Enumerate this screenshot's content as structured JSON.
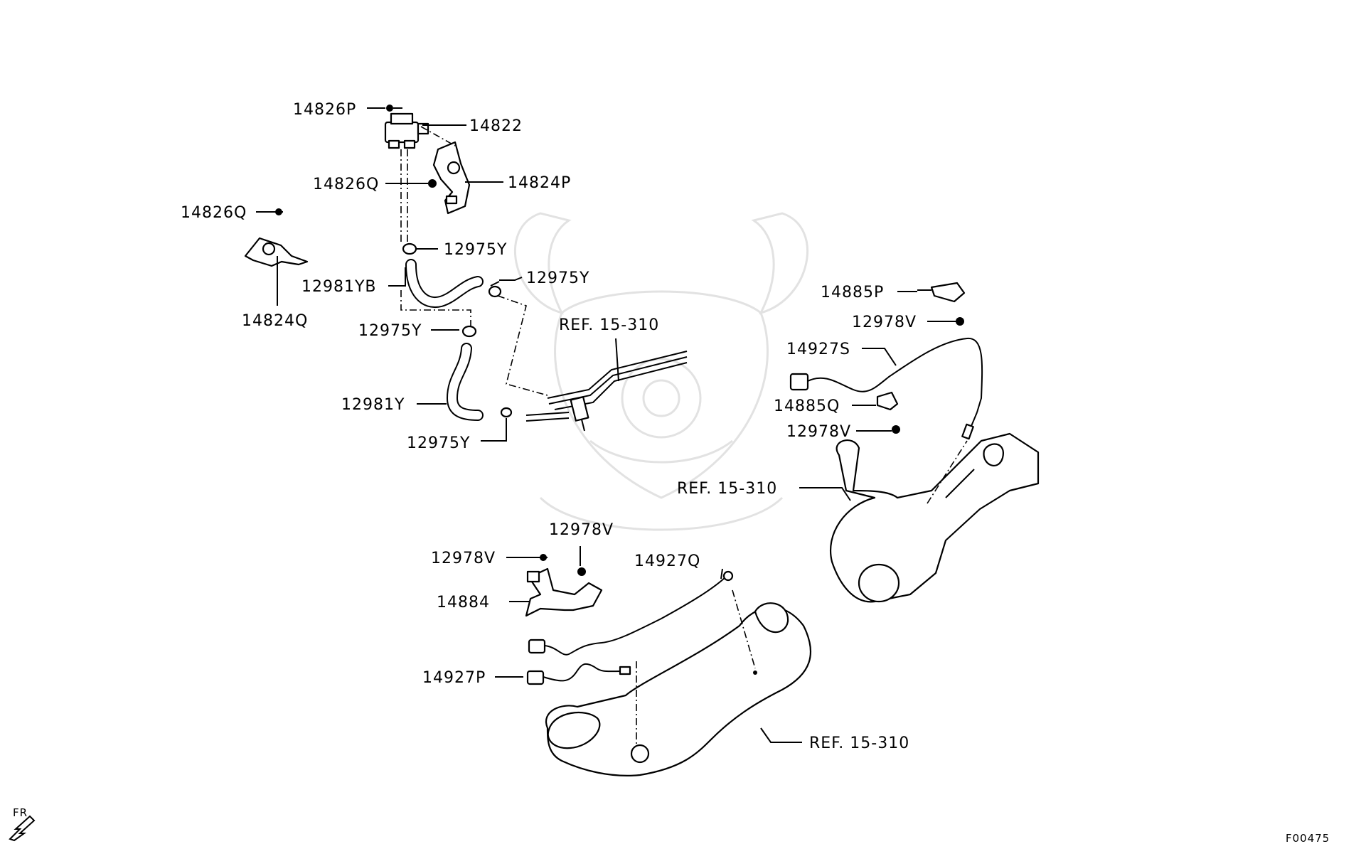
{
  "labels": {
    "p14826P": "14826P",
    "p14822": "14822",
    "p14826Q_a": "14826Q",
    "p14824P": "14824P",
    "p14826Q_b": "14826Q",
    "p12975Y_a": "12975Y",
    "p14824Q": "14824Q",
    "p12981YB": "12981YB",
    "p12975Y_b": "12975Y",
    "p12975Y_c": "12975Y",
    "ref_a": "REF. 15-310",
    "p12981Y": "12981Y",
    "p12975Y_d": "12975Y",
    "p14885P": "14885P",
    "p12978V_a": "12978V",
    "p14927S": "14927S",
    "p14885Q": "14885Q",
    "p12978V_b": "12978V",
    "ref_b": "REF. 15-310",
    "p12978V_c": "12978V",
    "p12978V_d": "12978V",
    "p14927Q": "14927Q",
    "p14884": "14884",
    "p14927P": "14927P",
    "ref_c": "REF. 15-310"
  },
  "orientation": "FR",
  "figure_id": "F00475"
}
